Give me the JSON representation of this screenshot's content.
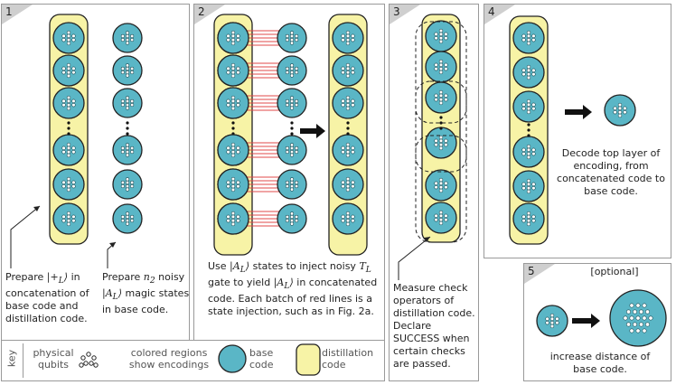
{
  "panels": {
    "p1": {
      "num": "1",
      "text_a": "Prepare |+L⟩ in concatenation of base code and distillation code.",
      "text_b": "Prepare n₂ noisy |AL⟩ magic states in base code."
    },
    "p2": {
      "num": "2",
      "text": "Use |AL⟩ states to inject noisy TL gate to yield |AL⟩ in concatenated code. Each batch of red lines is a state injection, such as in Fig. 2a."
    },
    "p3": {
      "num": "3",
      "text": "Measure check operators of distillation code. Declare SUCCESS when certain checks are passed."
    },
    "p4": {
      "num": "4",
      "text": "Decode top layer of encoding, from concatenated code to base code."
    },
    "p5": {
      "num": "5",
      "title": "[optional]",
      "text": "increase distance of base code."
    }
  },
  "key": {
    "label": "key",
    "physical_qubits": "physical qubits",
    "regions": "colored regions show encodings",
    "base": "base code",
    "distillation": "distillation code"
  },
  "colors": {
    "yellow": "#f7f3a6",
    "teal": "#5ab6c6",
    "border": "#222222",
    "red": "#e04a4a",
    "panel_tab": "#cfcfcf"
  }
}
